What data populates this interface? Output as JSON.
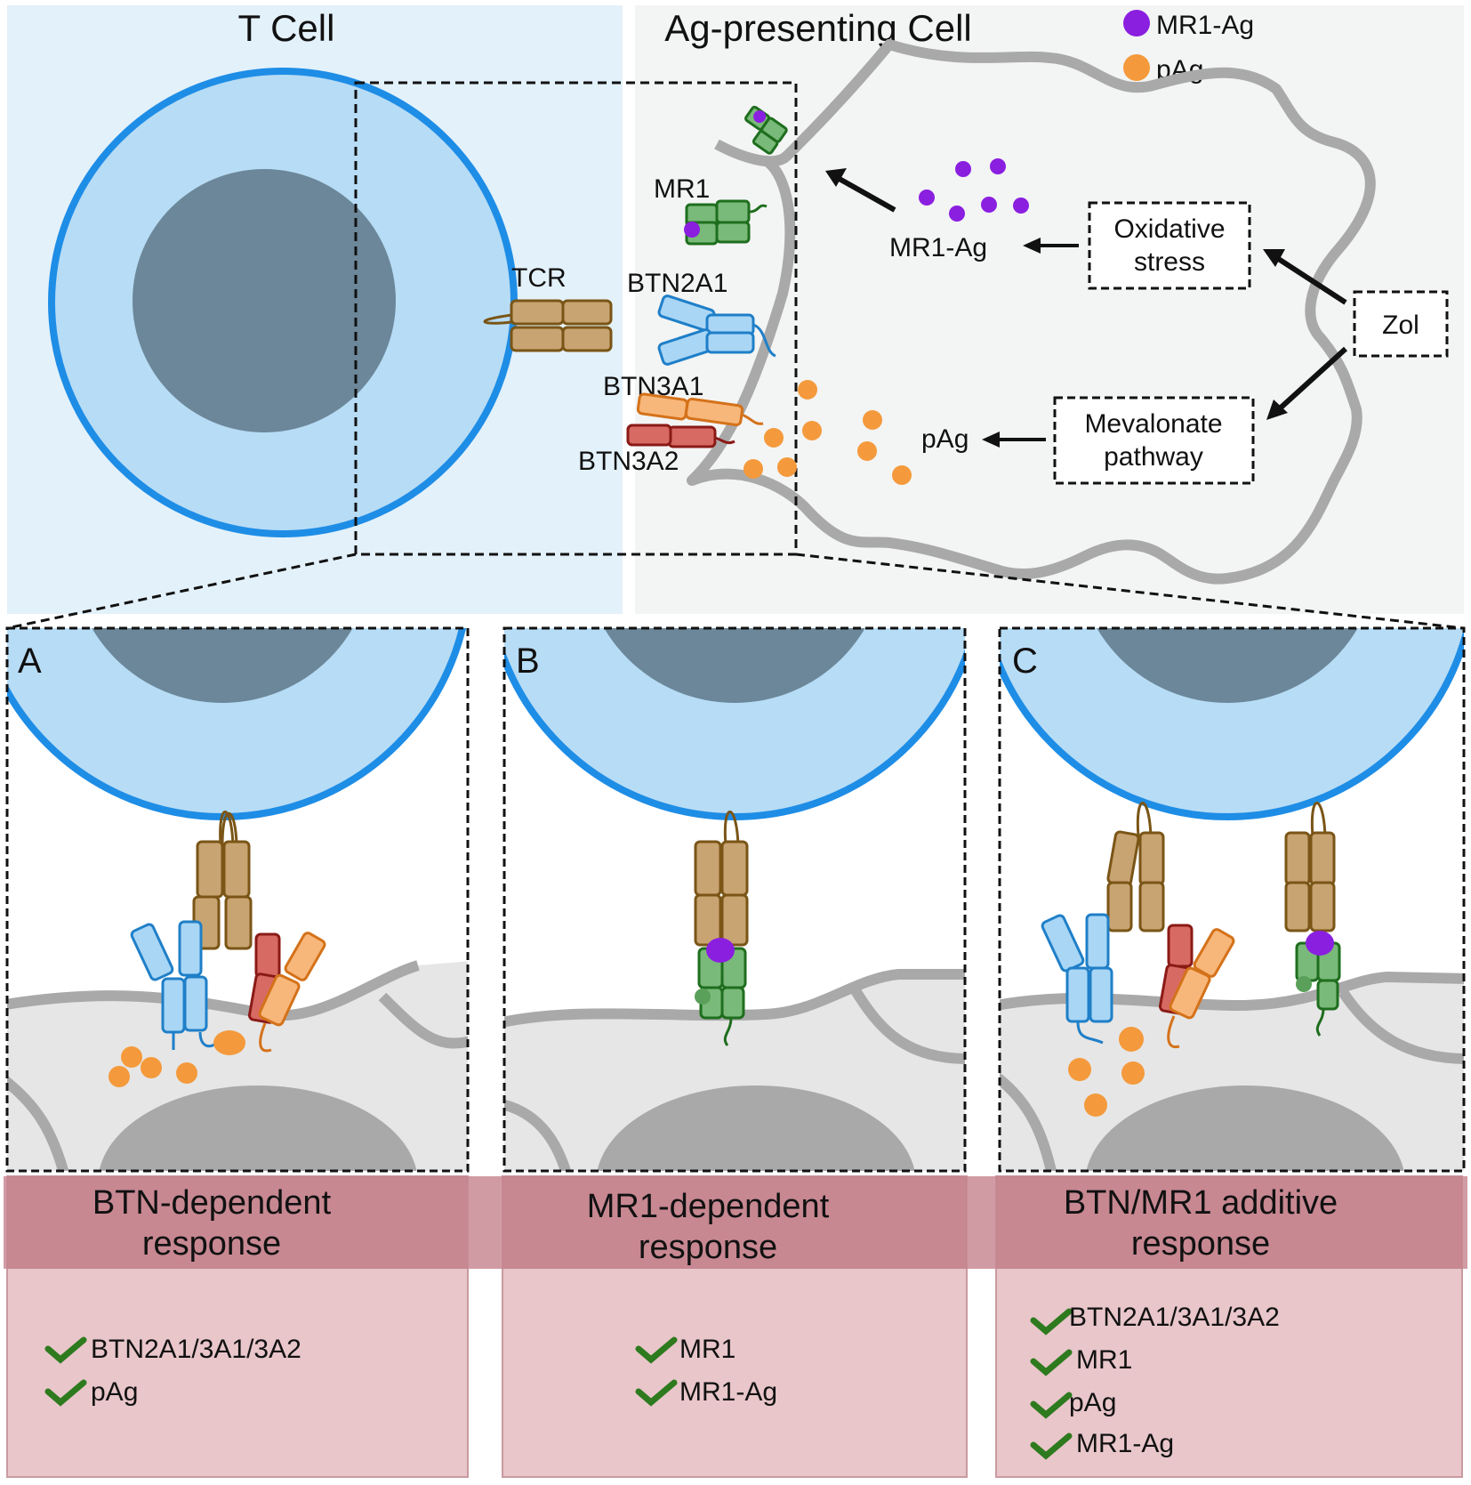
{
  "top": {
    "t_cell_title": "T Cell",
    "apc_title": "Ag-presenting Cell",
    "legend": [
      {
        "label": "MR1-Ag",
        "color": "#8a1fe0"
      },
      {
        "label": "pAg",
        "color": "#f49a3c"
      }
    ],
    "labels": {
      "tcr": "TCR",
      "mr1": "MR1",
      "btn2a1": "BTN2A1",
      "btn3a1": "BTN3A1",
      "btn3a2": "BTN3A2",
      "mr1_ag": "MR1-Ag",
      "pag": "pAg"
    },
    "boxes": {
      "oxidative_1": "Oxidative",
      "oxidative_2": "stress",
      "zol": "Zol",
      "mevalonate_1": "Mevalonate",
      "mevalonate_2": "pathway"
    }
  },
  "panels": [
    {
      "letter": "A",
      "response_1": "BTN-dependent",
      "response_2": "response",
      "checks": [
        "BTN2A1/3A1/3A2",
        "pAg"
      ]
    },
    {
      "letter": "B",
      "response_1": "MR1-dependent",
      "response_2": "response",
      "checks": [
        "MR1",
        "MR1-Ag"
      ]
    },
    {
      "letter": "C",
      "response_1": "BTN/MR1 additive",
      "response_2": "response",
      "checks": [
        "BTN2A1/3A1/3A2",
        "MR1",
        "pAg",
        "MR1-Ag"
      ]
    }
  ],
  "colors": {
    "tcr": "#b8893a",
    "mr1": "#2e8b2e",
    "btn2a1": "#4da6e8",
    "btn3a1": "#f4912a",
    "btn3a2": "#c0302a",
    "membrane": "#aaaaaa",
    "tcell": "#2d8fe0",
    "response_band": "#c98a94",
    "response_body": "#e8c6ca",
    "check": "#2e7a1e"
  }
}
